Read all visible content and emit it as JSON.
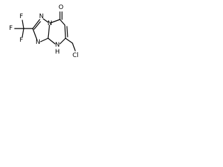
{
  "molecule": {
    "atoms": {
      "N1": "N",
      "N2": "N",
      "N3": "N",
      "NH": "N",
      "H": "H",
      "O": "O",
      "Cl": "Cl",
      "F1": "F",
      "F2": "F",
      "F3": "F"
    }
  }
}
